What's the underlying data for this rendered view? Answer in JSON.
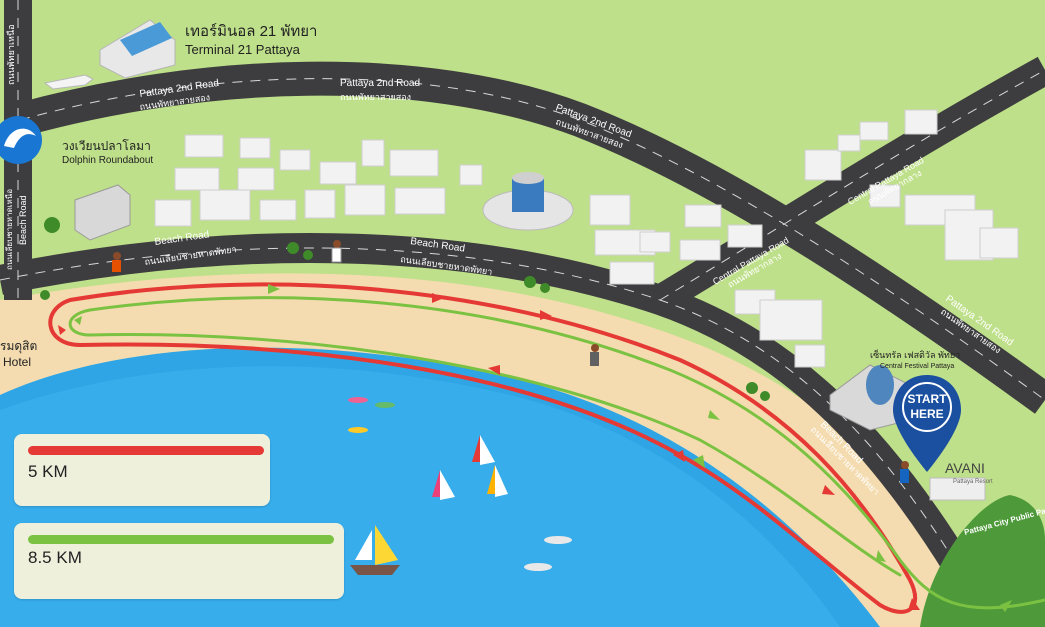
{
  "colors": {
    "grass": "#bfe08a",
    "road": "#3d3d3f",
    "sand": "#f4dcb0",
    "sea": "#2fa5e6",
    "route_5km": "#e53935",
    "route_85km": "#7cc242",
    "pin": "#1b4fa0"
  },
  "landmarks": {
    "terminal21_th": "เทอร์มินอล 21 พัทยา",
    "terminal21_en": "Terminal 21 Pattaya",
    "dolphin_th": "วงเวียนปลาโลมา",
    "dolphin_en": "Dolphin Roundabout",
    "central_festival_th": "เซ็นทรัล เฟสติวัล พัทยา",
    "central_festival_en": "Central Festival Pattaya",
    "avani": "AVANI",
    "avani_sub": "Pattaya Resort",
    "park": "Pattaya City Public Park",
    "left_hotel_th": "รมดุสิต",
    "left_hotel_en": "Hotel"
  },
  "roads": {
    "pattaya2_en": "Pattaya 2nd Road",
    "pattaya2_th": "ถนนพัทยาสายสอง",
    "beach_en": "Beach Road",
    "beach_th": "ถนนเลียบชายหาดพัทยา",
    "central_en": "Central Pattaya Road",
    "central_th": "ถนนพัทยากลาง",
    "beach_left_en": "Beach Road",
    "beach_left_th": "ถนนเลียบชายหาดเหนือ",
    "north_th": "ถนนพัทยาเหนือ"
  },
  "start": {
    "line1": "START",
    "line2": "HERE"
  },
  "legend": [
    {
      "label": "5 KM",
      "color": "#e53935"
    },
    {
      "label": "8.5 KM",
      "color": "#7cc242"
    }
  ]
}
